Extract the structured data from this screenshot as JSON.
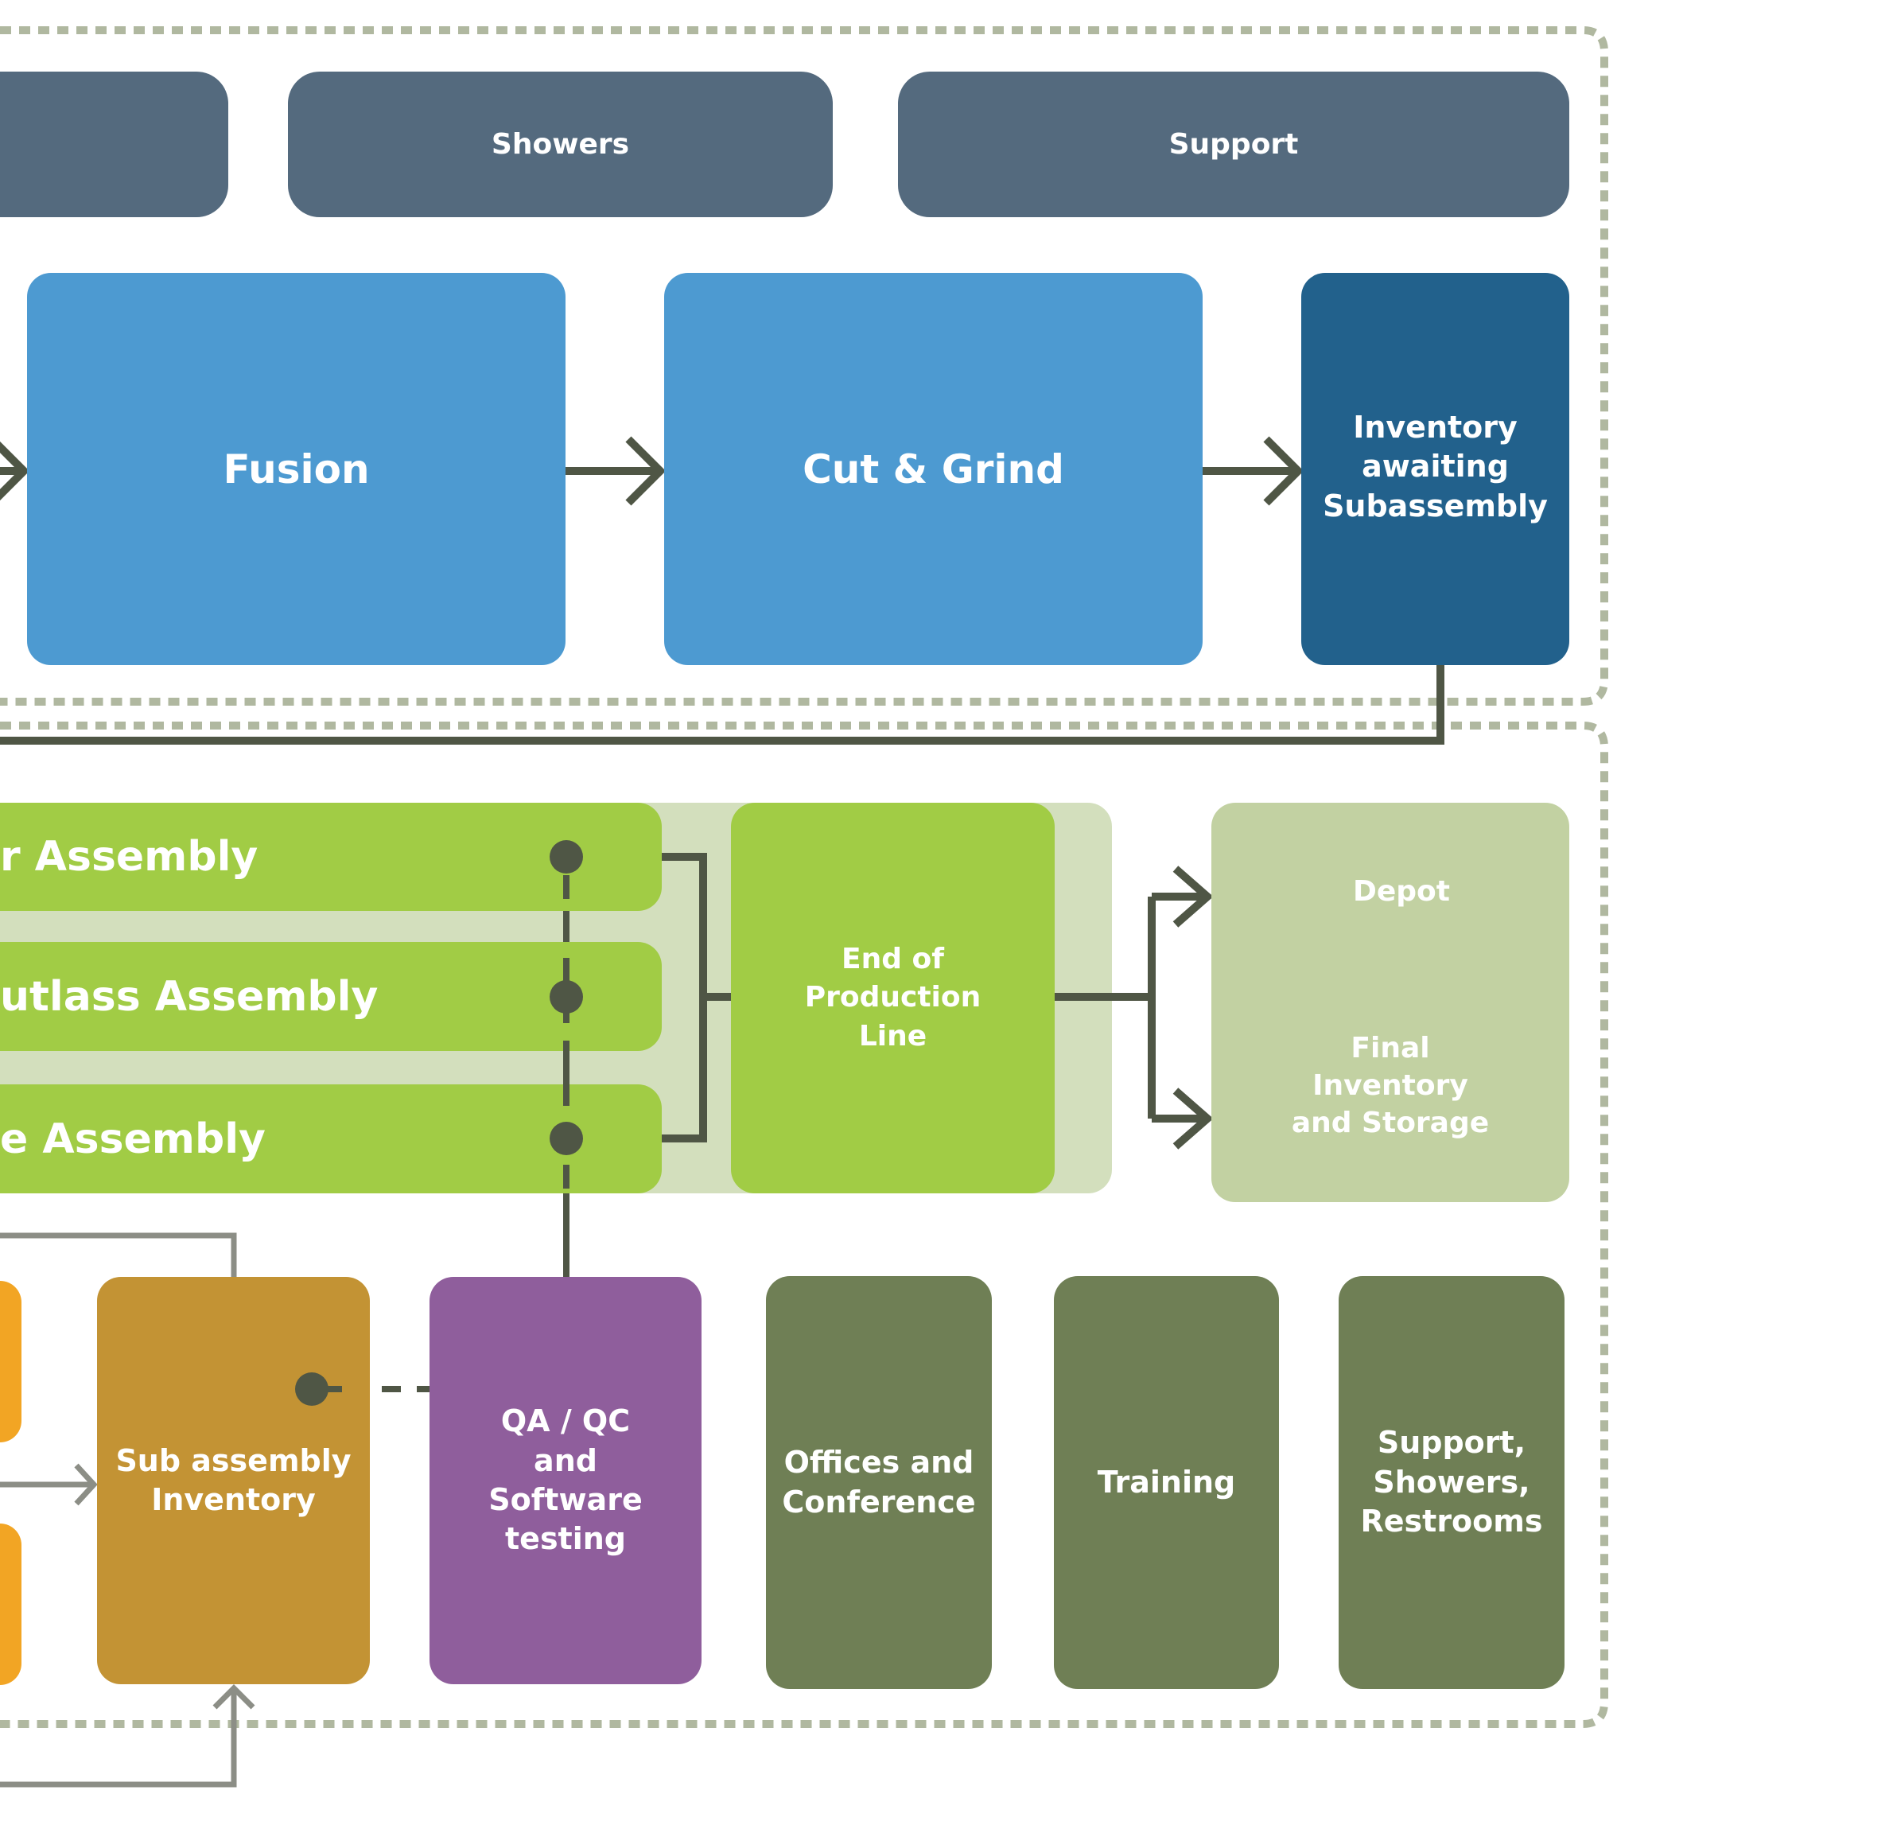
{
  "top_zone": {
    "row": [
      {
        "label": ""
      },
      {
        "label": "Showers"
      },
      {
        "label": "Support"
      }
    ],
    "process": [
      {
        "label": "Fusion"
      },
      {
        "label": "Cut & Grind"
      },
      {
        "label": "Inventory\nawaiting\nSubassembly"
      }
    ]
  },
  "bottom_zone": {
    "assemblies": [
      {
        "label": "r Assembly"
      },
      {
        "label": "utlass Assembly"
      },
      {
        "label": "e Assembly"
      }
    ],
    "end_of_line": {
      "label": "End of\nProduction\nLine"
    },
    "destinations": {
      "depot": "Depot",
      "final": "Final\nInventory\nand Storage"
    },
    "support_row": [
      {
        "label": "Sub assembly\nInventory"
      },
      {
        "label": "QA / QC\nand\nSoftware\ntesting"
      },
      {
        "label": "Offices and\nConference"
      },
      {
        "label": "Training"
      },
      {
        "label": "Support,\nShowers,\nRestrooms"
      }
    ]
  },
  "colors": {
    "slate": "#546a7e",
    "process_blue": "#4d9ad1",
    "inventory_navy": "#22618c",
    "assembly_lime": "#a1cc45",
    "sage": "#c2d1a2",
    "olive": "#6f7f55",
    "orange": "#f2a524",
    "gold": "#c39334",
    "purple": "#8f5e9c",
    "connector": "#4f5645",
    "zone_border": "#b0b8a0"
  }
}
